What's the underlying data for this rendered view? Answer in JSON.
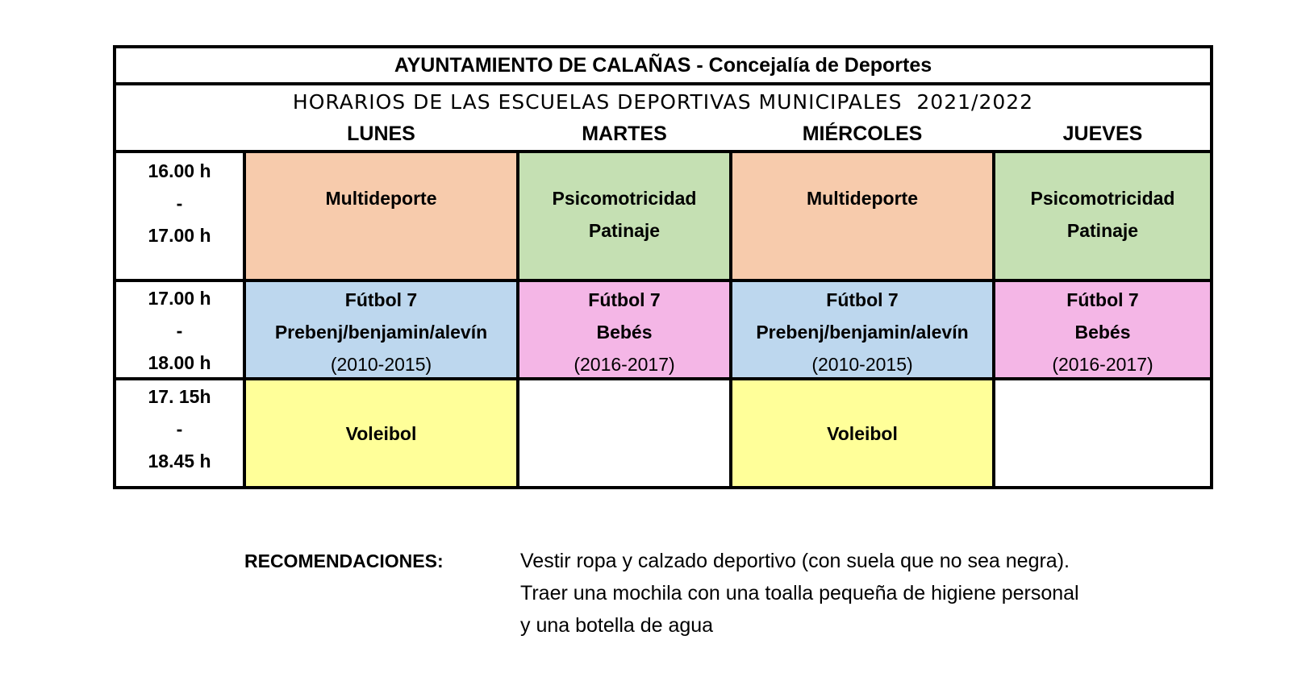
{
  "header": {
    "org_line": "AYUNTAMIENTO DE CALAÑAS - Concejalía de Deportes",
    "title_line": "HORARIOS DE LAS ESCUELAS DEPORTIVAS MUNICIPALES  2021/2022"
  },
  "days": [
    "LUNES",
    "MARTES",
    "MIÉRCOLES",
    "JUEVES"
  ],
  "slots": [
    {
      "start": "16.00 h",
      "sep": "-",
      "end": "17.00 h"
    },
    {
      "start": "17.00 h",
      "sep": "-",
      "end": "18.00 h"
    },
    {
      "start": "17. 15h",
      "sep": "-",
      "end": "18.45 h"
    }
  ],
  "cells": {
    "row1": {
      "lunes": [
        "Multideporte"
      ],
      "martes": [
        "Psicomotricidad",
        "Patinaje"
      ],
      "miercoles": [
        "Multideporte"
      ],
      "jueves": [
        "Psicomotricidad",
        "Patinaje"
      ]
    },
    "row2": {
      "lunes": [
        "Fútbol 7",
        "Prebenj/benjamin/alevín",
        "(2010-2015)"
      ],
      "martes": [
        "Fútbol 7",
        "Bebés",
        "(2016-2017)"
      ],
      "miercoles": [
        "Fútbol 7",
        "Prebenj/benjamin/alevín",
        "(2010-2015)"
      ],
      "jueves": [
        "Fútbol 7",
        "Bebés",
        "(2016-2017)"
      ]
    },
    "row3": {
      "lunes": [
        "Voleibol"
      ],
      "miercoles": [
        "Voleibol"
      ]
    }
  },
  "colors": {
    "multideporte": "#f7cbac",
    "psicomotricidad": "#c5e0b3",
    "futbol_alevin": "#bdd7ee",
    "futbol_bebes": "#f4b6e6",
    "voleibol": "#ffff99"
  },
  "recommendations": {
    "label": "RECOMENDACIONES:",
    "lines": [
      "Vestir ropa y calzado deportivo (con suela que no sea negra).",
      "Traer una mochila con una toalla pequeña de higiene personal",
      "y una botella de agua"
    ]
  }
}
